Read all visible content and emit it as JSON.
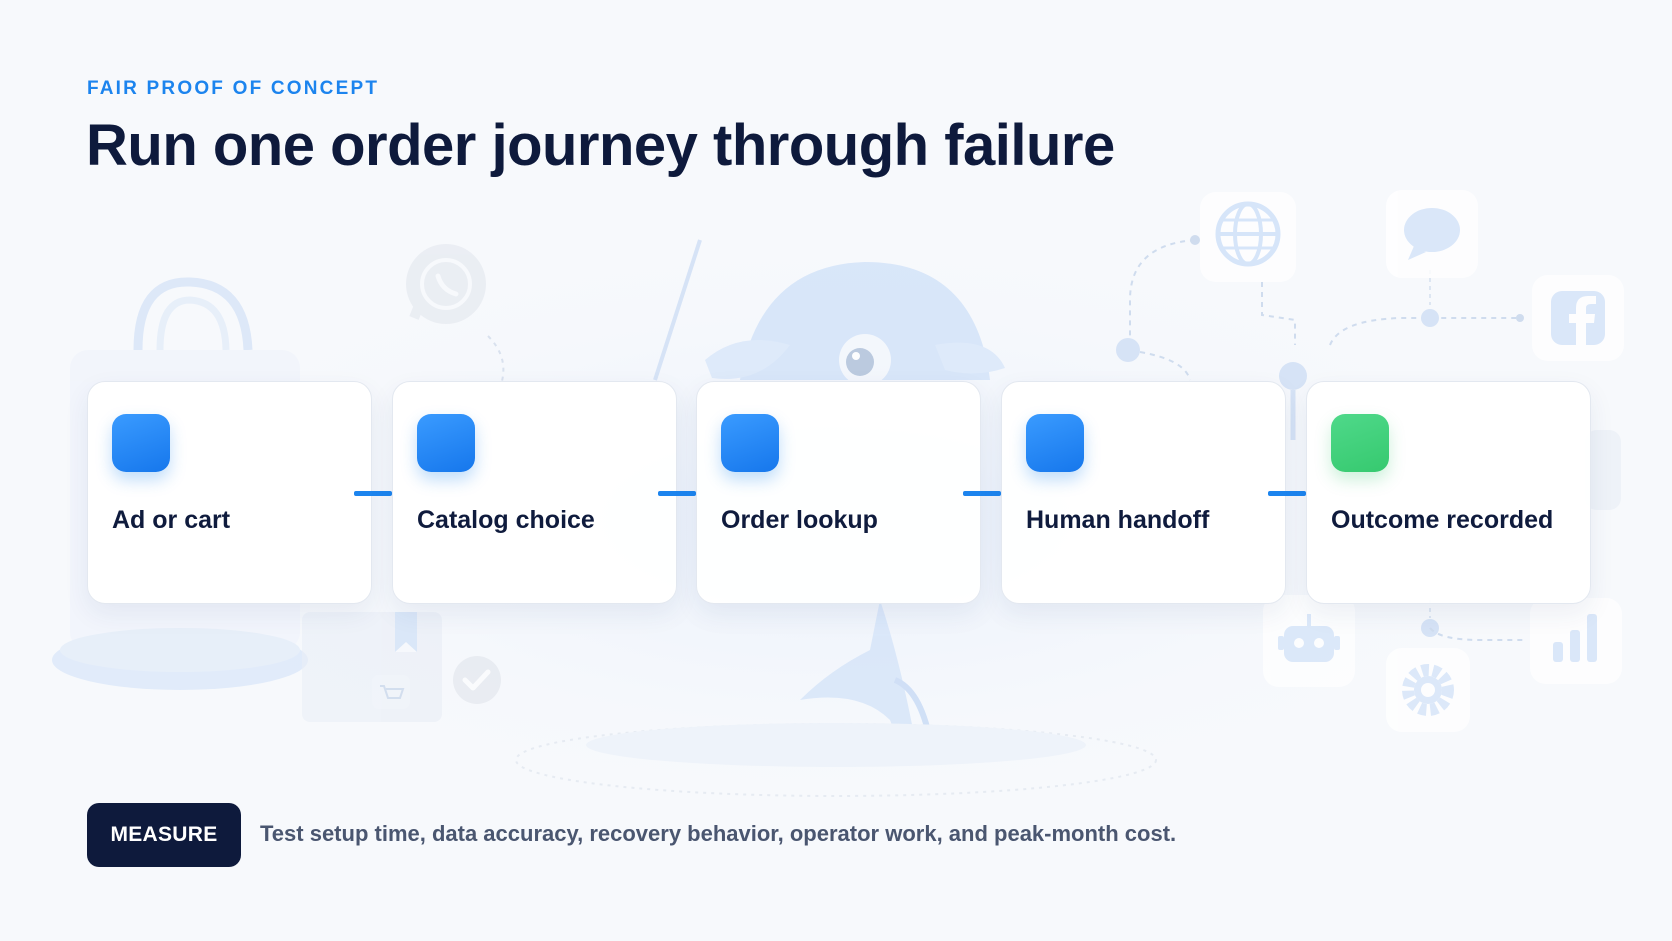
{
  "header": {
    "eyebrow": "FAIR PROOF OF CONCEPT",
    "title": "Run one order journey through failure"
  },
  "steps": [
    {
      "label": "Ad or cart",
      "status": "step",
      "color": "#1c84ee"
    },
    {
      "label": "Catalog choice",
      "status": "step",
      "color": "#1c84ee"
    },
    {
      "label": "Order lookup",
      "status": "step",
      "color": "#1c84ee"
    },
    {
      "label": "Human handoff",
      "status": "step",
      "color": "#1c84ee"
    },
    {
      "label": "Outcome recorded",
      "status": "complete",
      "color": "#3fd47c"
    }
  ],
  "footer": {
    "badge": "MEASURE",
    "text": "Test setup time, data accuracy, recovery behavior, operator work, and peak-month cost."
  },
  "decorations": {
    "icons": [
      "shopping-bag-icon",
      "whatsapp-icon",
      "dolphin-mascot",
      "globe-icon",
      "chat-bubble-icon",
      "facebook-icon",
      "robot-icon",
      "gear-icon",
      "bar-chart-icon",
      "shopping-cart-icon",
      "check-circle-icon",
      "parcel-box-icon"
    ]
  },
  "colors": {
    "accent": "#1c84ee",
    "success": "#3fd47c",
    "ink": "#0e1a3c",
    "muted": "#4a5670"
  }
}
